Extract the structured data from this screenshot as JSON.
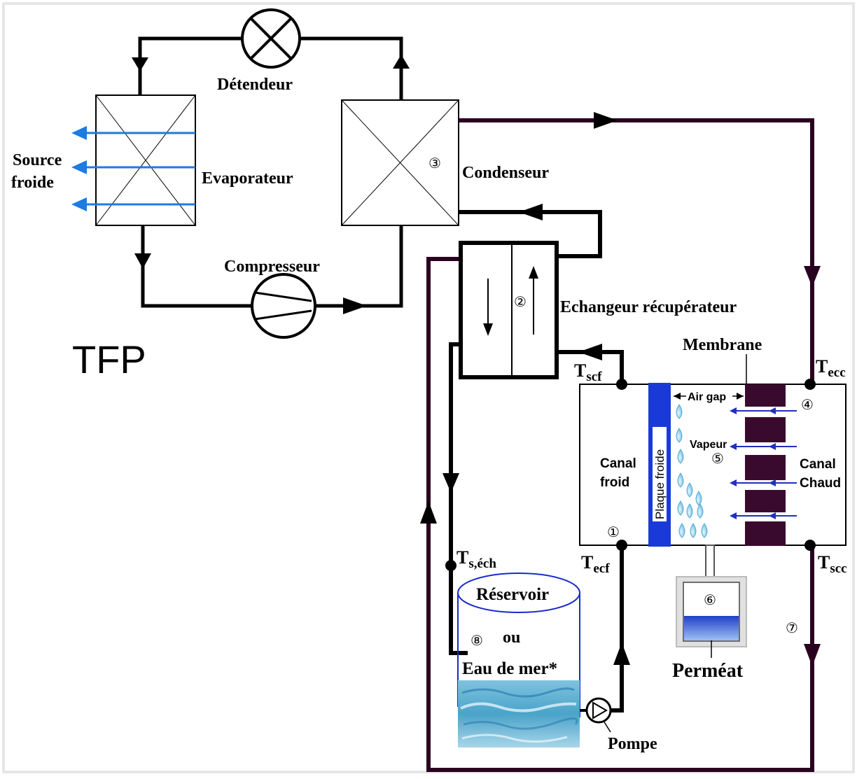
{
  "labels": {
    "detendeur": "Détendeur",
    "source_froide_line1": "Source",
    "source_froide_line2": "froide",
    "evaporateur": "Evaporateur",
    "condenseur": "Condenseur",
    "compresseur": "Compresseur",
    "tfp": "TFP",
    "echangeur": "Echangeur récupérateur",
    "membrane": "Membrane",
    "air_gap": "Air gap",
    "vapeur": "Vapeur",
    "canal_froid_line1": "Canal",
    "canal_froid_line2": "froid",
    "plaque_froide": "Plaque froide",
    "canal_chaud_line1": "Canal",
    "canal_chaud_line2": "Chaud",
    "reservoir": "Réservoir",
    "ou": "ou",
    "eau_de_mer": "Eau de mer*",
    "permeat": "Perméat",
    "pompe": "Pompe"
  },
  "temps": {
    "scf": {
      "main": "T",
      "sub": "scf"
    },
    "ecc": {
      "main": "T",
      "sub": "ecc"
    },
    "ecf": {
      "main": "T",
      "sub": "ecf"
    },
    "scc": {
      "main": "T",
      "sub": "scc"
    },
    "sech": {
      "main": "T",
      "sub": "s,éch"
    }
  },
  "points": [
    "①",
    "②",
    "③",
    "④",
    "⑤",
    "⑥",
    "⑦",
    "⑧"
  ],
  "colors": {
    "pipe": "#000000",
    "pipe_hot": "#2a0020",
    "membrane": "#3a0a2e",
    "cold_plate": "#1a3ad8",
    "arrow_blue": "#1e7be0",
    "vapor_arrow": "#2030c0",
    "droplet": "#8fd0ee",
    "reservoir_outline": "#1a2ad0",
    "permeat_water": "#2a55d0"
  }
}
